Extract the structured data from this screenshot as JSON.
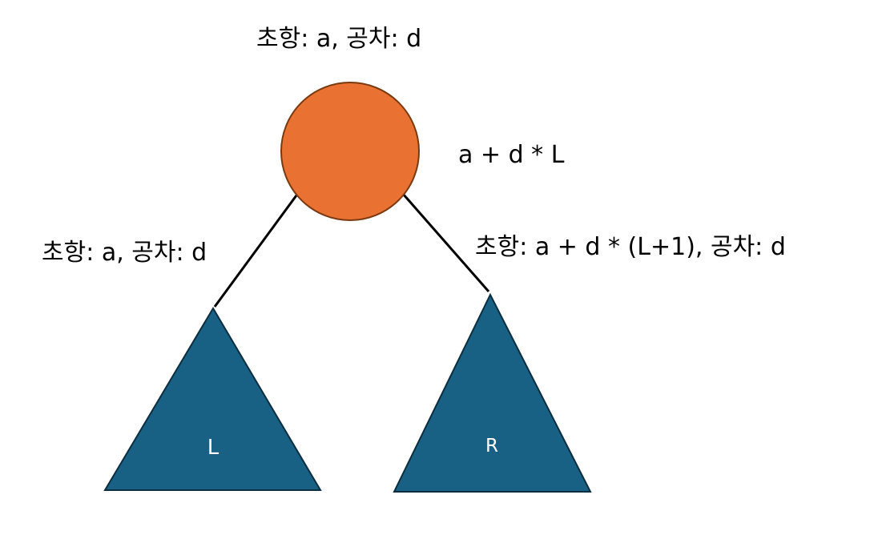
{
  "labels": {
    "root_top": "초항: a, 공차: d",
    "root_value": "a + d * L",
    "left_edge": "초항: a, 공차: d",
    "right_edge": "초항: a + d * (L+1), 공차: d"
  },
  "nodes": {
    "root": {
      "color": "#e97132",
      "stroke": "#7a3a10"
    },
    "left": {
      "label": "L",
      "color": "#196184",
      "stroke": "#0b2e40"
    },
    "right": {
      "label": "R",
      "color": "#196184",
      "stroke": "#0b2e40"
    }
  },
  "edge_color": "#000000"
}
